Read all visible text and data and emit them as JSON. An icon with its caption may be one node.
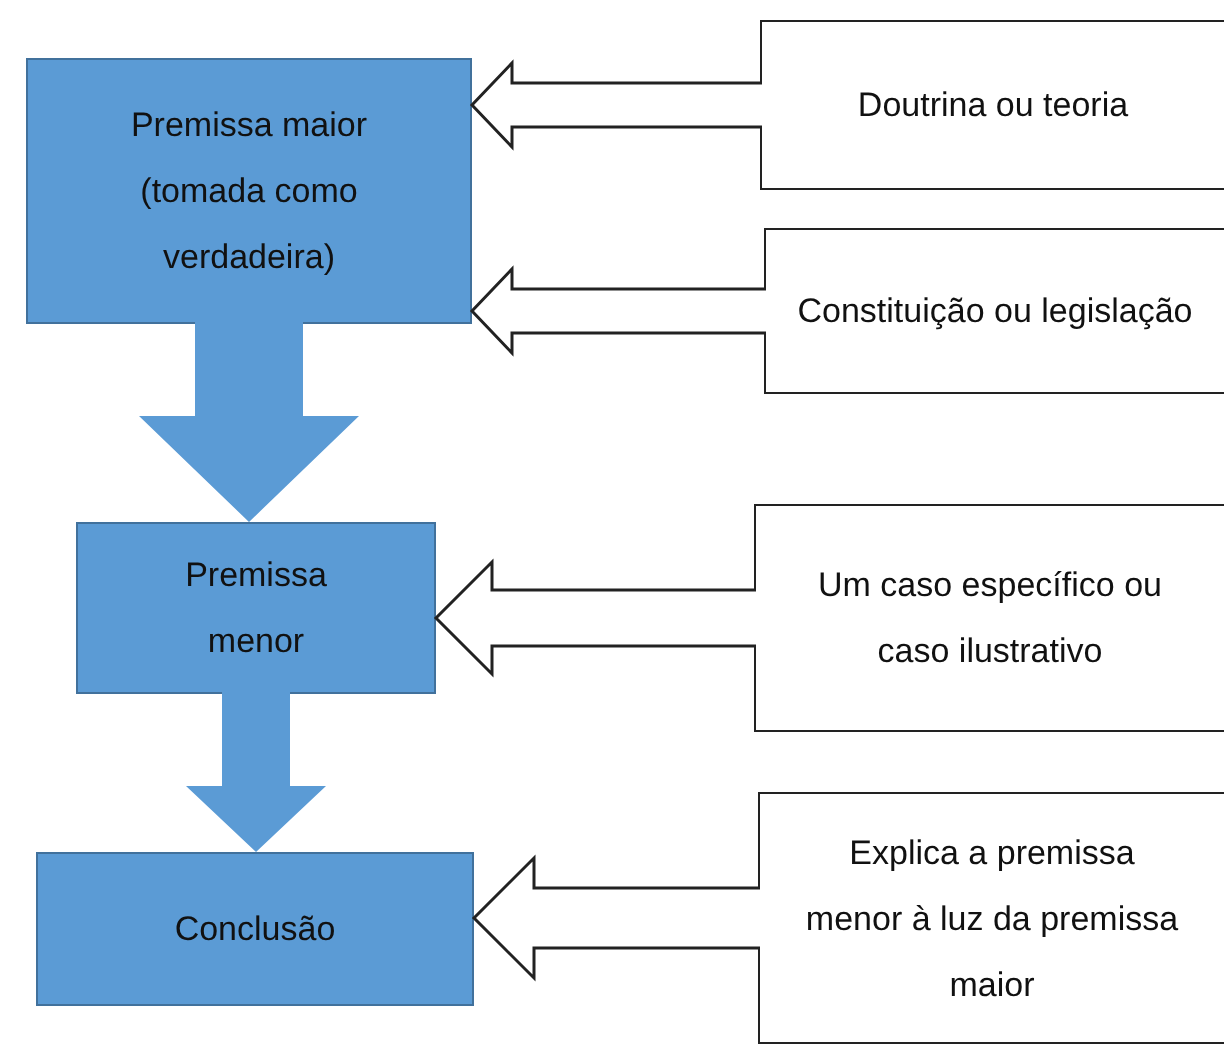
{
  "diagram": {
    "nodes": [
      {
        "text": [
          "Premissa maior (tomada como verdadeira)"
        ]
      },
      {
        "text": [
          "Doutrina ou teoria"
        ]
      },
      {
        "text": [
          "Constituição ou legislação"
        ]
      },
      {
        "text": [
          "Premissa menor"
        ]
      },
      {
        "text": [
          "Um caso específico ou caso ilustrativo"
        ]
      },
      {
        "text": [
          "Conclusão"
        ]
      },
      {
        "text": [
          "Explica a premissa menor à luz da premissa maior"
        ]
      }
    ],
    "edges": [
      {
        "from": 1,
        "to": 0,
        "arrow": "to"
      },
      {
        "from": 2,
        "to": 0,
        "arrow": "to"
      },
      {
        "from": 0,
        "to": 3,
        "arrow": "to",
        "color": "#5b9bd5"
      },
      {
        "from": 4,
        "to": 3,
        "arrow": "to"
      },
      {
        "from": 3,
        "to": 5,
        "arrow": "to",
        "color": "#5b9bd5"
      },
      {
        "from": 6,
        "to": 5,
        "arrow": "to"
      }
    ]
  }
}
